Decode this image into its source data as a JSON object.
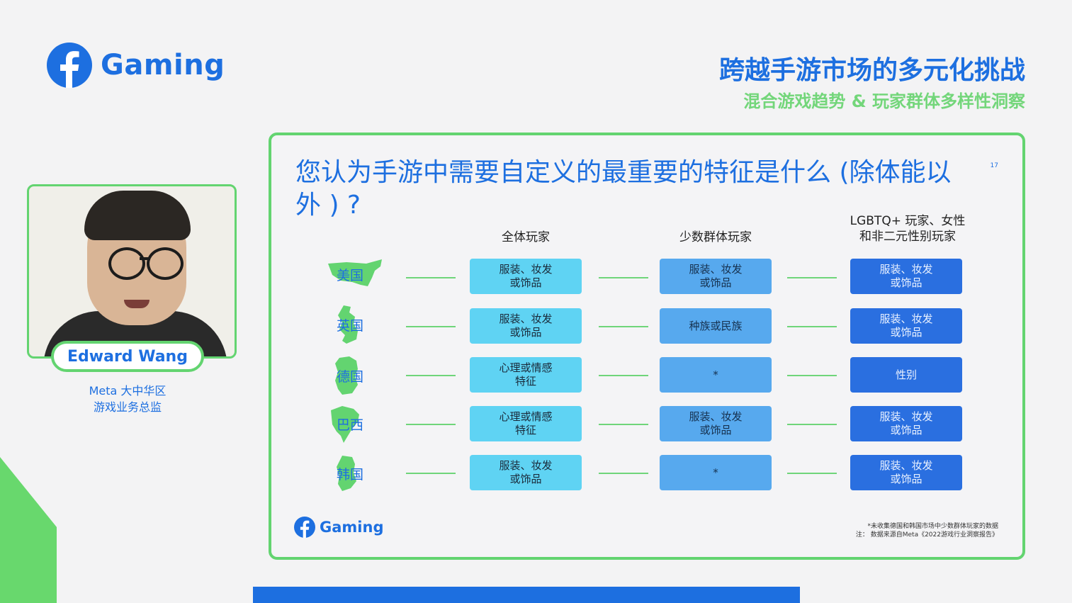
{
  "header": {
    "brand": "Gaming",
    "title": "跨越手游市场的多元化挑战",
    "subtitle": "混合游戏趋势 & 玩家群体多样性洞察"
  },
  "speaker": {
    "name": "Edward Wang",
    "role_line1": "Meta 大中华区",
    "role_line2": "游戏业务总监"
  },
  "slide": {
    "question": "您认为手游中需要自定义的最重要的特征是什么 (除体能以外 ) ?",
    "page_number": "17",
    "columns": [
      {
        "line1": "全体玩家",
        "line2": ""
      },
      {
        "line1": "少数群体玩家",
        "line2": ""
      },
      {
        "line1": "LGBTQ+ 玩家、女性",
        "line2": "和非二元性别玩家"
      }
    ],
    "rows": [
      {
        "country": "美国",
        "cells": [
          [
            "服装、妆发",
            "或饰品"
          ],
          [
            "服装、妆发",
            "或饰品"
          ],
          [
            "服装、妆发",
            "或饰品"
          ]
        ]
      },
      {
        "country": "英国",
        "cells": [
          [
            "服装、妆发",
            "或饰品"
          ],
          [
            "种族或民族",
            ""
          ],
          [
            "服装、妆发",
            "或饰品"
          ]
        ]
      },
      {
        "country": "德国",
        "cells": [
          [
            "心理或情感",
            "特征"
          ],
          [
            "*",
            ""
          ],
          [
            "性别",
            ""
          ]
        ]
      },
      {
        "country": "巴西",
        "cells": [
          [
            "心理或情感",
            "特征"
          ],
          [
            "服装、妆发",
            "或饰品"
          ],
          [
            "服装、妆发",
            "或饰品"
          ]
        ]
      },
      {
        "country": "韩国",
        "cells": [
          [
            "服装、妆发",
            "或饰品"
          ],
          [
            "*",
            ""
          ],
          [
            "服装、妆发",
            "或饰品"
          ]
        ]
      }
    ],
    "brand": "Gaming",
    "note1": "*未收集德国和韩国市场中少数群体玩家的数据",
    "note2": "注：  数据来源自Meta《2022游戏行业洞察报告》"
  },
  "colors": {
    "brand_blue": "#1d6fe0",
    "accent_green": "#63d470",
    "cell_all": "#5fd3f3",
    "cell_minority": "#57a9ee",
    "cell_lgbtq": "#2a6fe0"
  }
}
